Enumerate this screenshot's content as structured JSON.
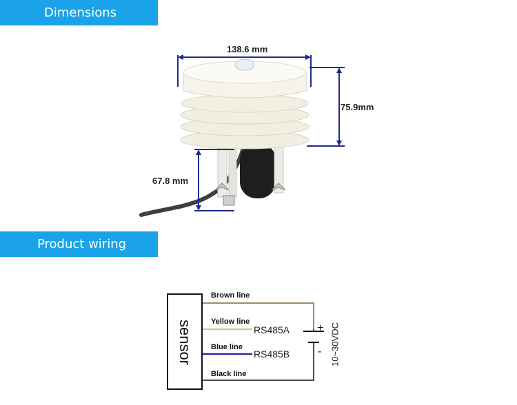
{
  "banners": {
    "dimensions": "Dimensions",
    "wiring": "Product wiring"
  },
  "dimensions": {
    "width": "138.6 mm",
    "height": "75.9mm",
    "mount": "67.8 mm"
  },
  "wiring": {
    "sensor_label": "sensor",
    "brown": "Brown line",
    "yellow": "Yellow line",
    "blue": "Blue line",
    "black": "Black line",
    "rs485a": "RS485A",
    "rs485b": "RS485B",
    "plus": "+",
    "minus": "-",
    "voltage": "10~30VDC"
  },
  "colors": {
    "banner": "#1aa3e8",
    "dimension_lines": "#1f2a8c",
    "brown_wire": "#a08a6a",
    "yellow_wire": "#d8c878",
    "blue_wire": "#2a2a9a",
    "black_wire": "#111111"
  },
  "icons": {
    "product_image": "white-louvered-radiation-shield-sensor"
  }
}
